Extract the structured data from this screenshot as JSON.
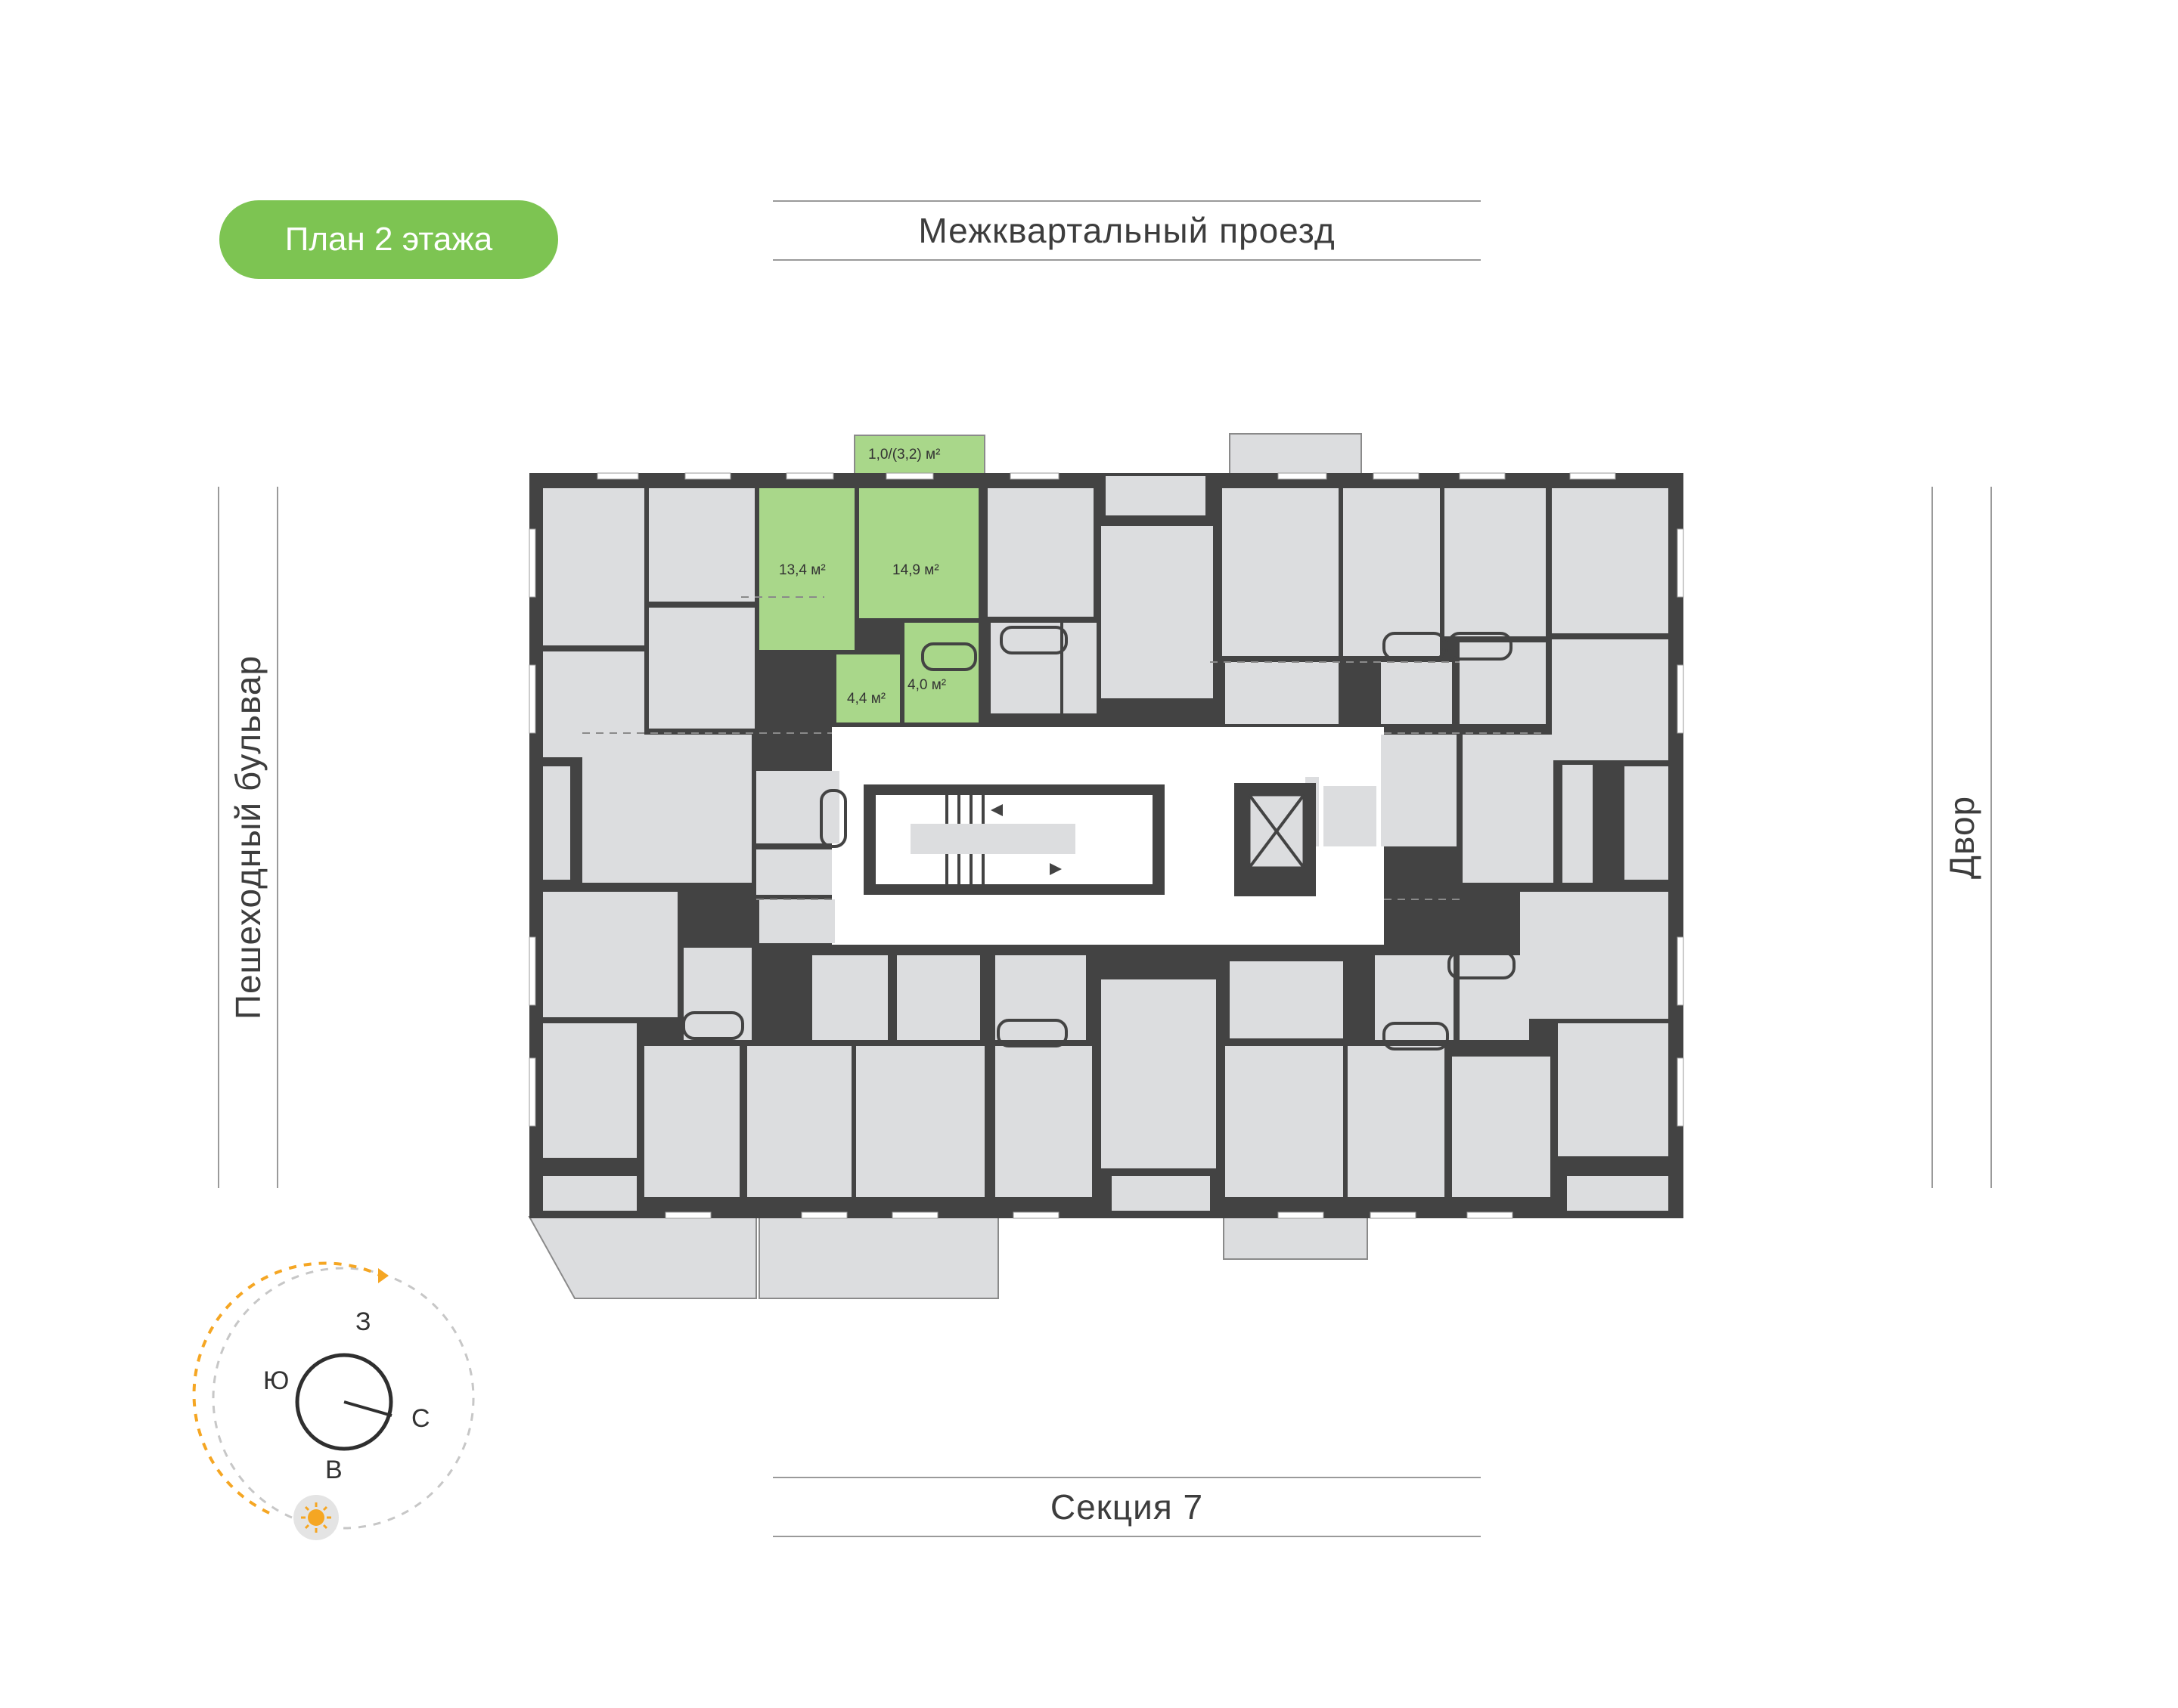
{
  "title": "План 2 этажа",
  "streets": {
    "top": "Межквартальный проезд",
    "left": "Пешеходный бульвар",
    "right": "Двор",
    "bottom": "Секция 7"
  },
  "highlighted_apartment": {
    "balcony": "1,0/(3,2) м²",
    "rooms": [
      "13,4 м²",
      "14,9 м²",
      "4,0 м²",
      "4,4 м²"
    ]
  },
  "compass": {
    "west": "З",
    "south": "Ю",
    "north": "С",
    "east": "В",
    "sun_icon": "sun-icon"
  },
  "colors": {
    "accent": "#7dc452",
    "apartment_fill": "#a9d78a",
    "room_fill": "#dcdddf",
    "wall": "#434343",
    "sun_path": "#f5a623"
  }
}
